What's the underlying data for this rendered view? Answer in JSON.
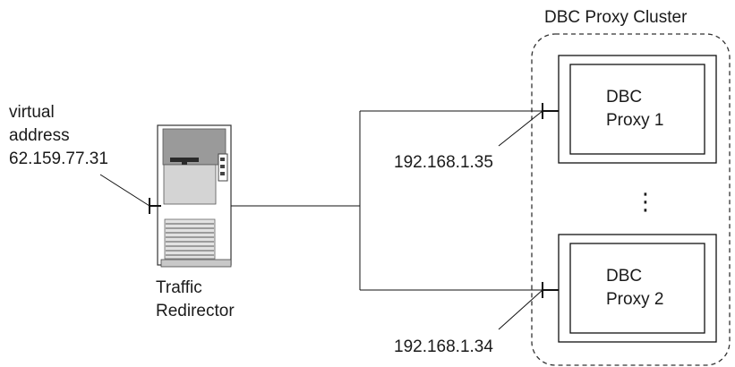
{
  "cluster": {
    "title": "DBC Proxy Cluster"
  },
  "virtual_address": {
    "line1": "virtual",
    "line2": "address",
    "ip": "62.159.77.31"
  },
  "redirector": {
    "line1": "Traffic",
    "line2": "Redirector"
  },
  "proxies": [
    {
      "line1": "DBC",
      "line2": "Proxy 1",
      "ip": "192.168.1.35"
    },
    {
      "line1": "DBC",
      "line2": "Proxy 2",
      "ip": "192.168.1.34"
    }
  ],
  "ellipsis": "⋮"
}
